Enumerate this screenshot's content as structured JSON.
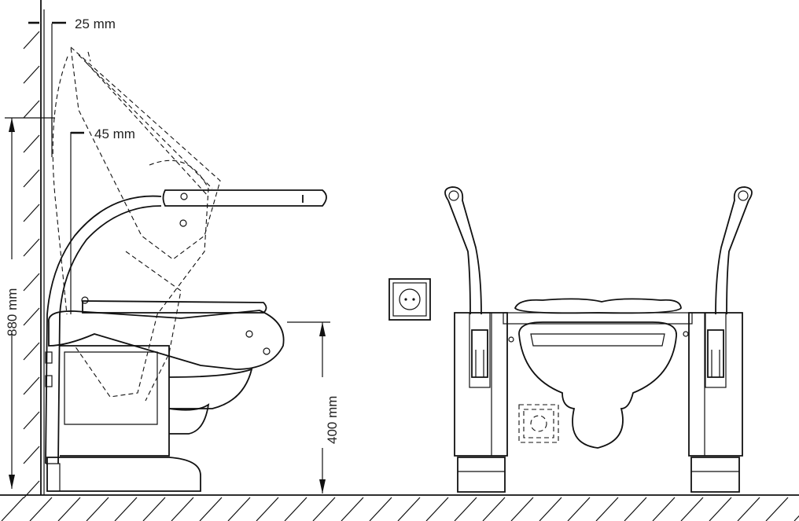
{
  "dimensions": {
    "top_gap": "25 mm",
    "backrest_gap": "45 mm",
    "total_height": "880 mm",
    "seat_height": "400 mm"
  },
  "colors": {
    "line": "#111111",
    "background": "#ffffff",
    "text": "#222222"
  }
}
